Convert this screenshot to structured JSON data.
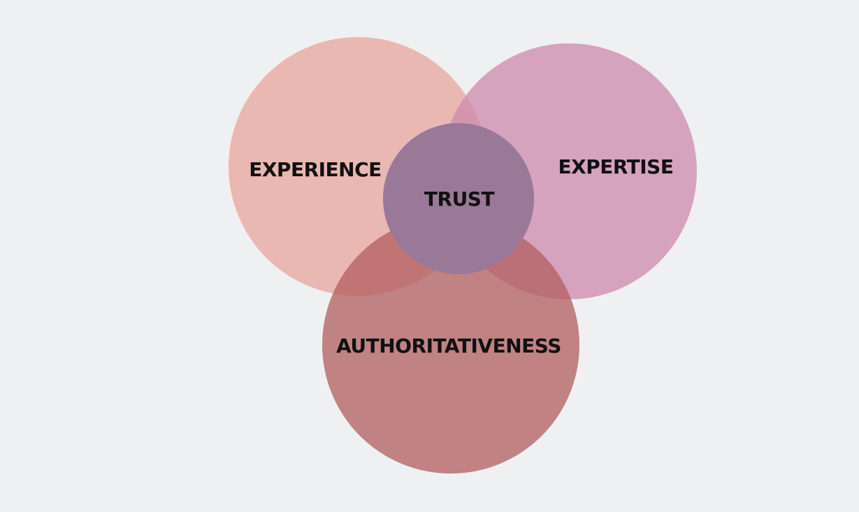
{
  "diagram": {
    "type": "venn",
    "circles": [
      {
        "id": "experience",
        "label": "EXPERIENCE",
        "color": "#e8a59c",
        "opacity": 0.75
      },
      {
        "id": "expertise",
        "label": "EXPERTISE",
        "color": "#cd8aae",
        "opacity": 0.75
      },
      {
        "id": "authoritativeness",
        "label": "AUTHORITATIVENESS",
        "color": "#b15e5e",
        "opacity": 0.75
      },
      {
        "id": "trust",
        "label": "TRUST",
        "color": "#9a7898",
        "opacity": 1
      }
    ],
    "background_color": "#eff0f2"
  }
}
